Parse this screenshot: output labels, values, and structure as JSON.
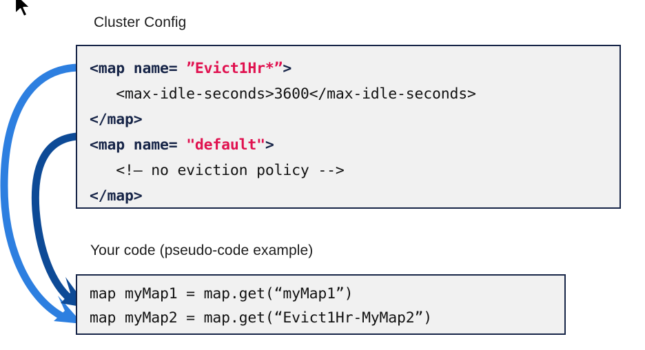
{
  "page": {
    "title": "Cluster Config / Your code diagram",
    "background": "#ffffff",
    "cursor_icon": "mouse-pointer-icon"
  },
  "colors": {
    "box_border": "#162447",
    "box_background": "#f1f1f1",
    "tag_navy": "#162447",
    "string_crimson": "#e0114f",
    "plain_text": "#111111",
    "arrow_light_blue": "#2d7fe0",
    "arrow_dark_navy": "#0d4a96",
    "label_text": "#1b1b1b"
  },
  "labels": {
    "cluster_config": "Cluster Config",
    "your_code": "Your code (pseudo-code example)"
  },
  "cluster_config_code": {
    "lines": [
      {
        "id": "line-map-evict-open",
        "tokens": [
          {
            "type": "tag",
            "text": "<map name= "
          },
          {
            "type": "str",
            "text": "”Evict1Hr*”"
          },
          {
            "type": "tag",
            "text": ">"
          }
        ]
      },
      {
        "id": "line-max-idle-seconds",
        "tokens": [
          {
            "type": "plain",
            "text": "   <max-idle-seconds>3600</max-idle-seconds>"
          }
        ]
      },
      {
        "id": "line-map-evict-close",
        "tokens": [
          {
            "type": "tag",
            "text": "</map>"
          }
        ]
      },
      {
        "id": "line-map-default-open",
        "tokens": [
          {
            "type": "tag",
            "text": "<map name= "
          },
          {
            "type": "str",
            "text": "\"default\""
          },
          {
            "type": "tag",
            "text": ">"
          }
        ]
      },
      {
        "id": "line-comment-no-eviction",
        "tokens": [
          {
            "type": "plain",
            "text": "   <!– no eviction policy -->"
          }
        ]
      },
      {
        "id": "line-map-default-close",
        "tokens": [
          {
            "type": "tag",
            "text": "</map>"
          }
        ]
      }
    ]
  },
  "user_code": {
    "lines": [
      {
        "id": "line-mymap1",
        "tokens": [
          {
            "type": "plain",
            "text": "map myMap1 = map.get(“myMap1”)"
          }
        ]
      },
      {
        "id": "line-mymap2",
        "tokens": [
          {
            "type": "plain",
            "text": "map myMap2 = map.get(“Evict1Hr-MyMap2”)"
          }
        ]
      }
    ]
  },
  "arrows": [
    {
      "id": "arrow-evict-to-mymap2",
      "name": "arrow-evict1hr-to-mymap2",
      "color": "#2d7fe0",
      "from": "cluster-config map name Evict1Hr*",
      "to": "user code line map myMap2"
    },
    {
      "id": "arrow-default-to-mymap1",
      "name": "arrow-default-to-mymap1",
      "color": "#0d4a96",
      "from": "cluster-config map name default",
      "to": "user code line map myMap1"
    }
  ]
}
